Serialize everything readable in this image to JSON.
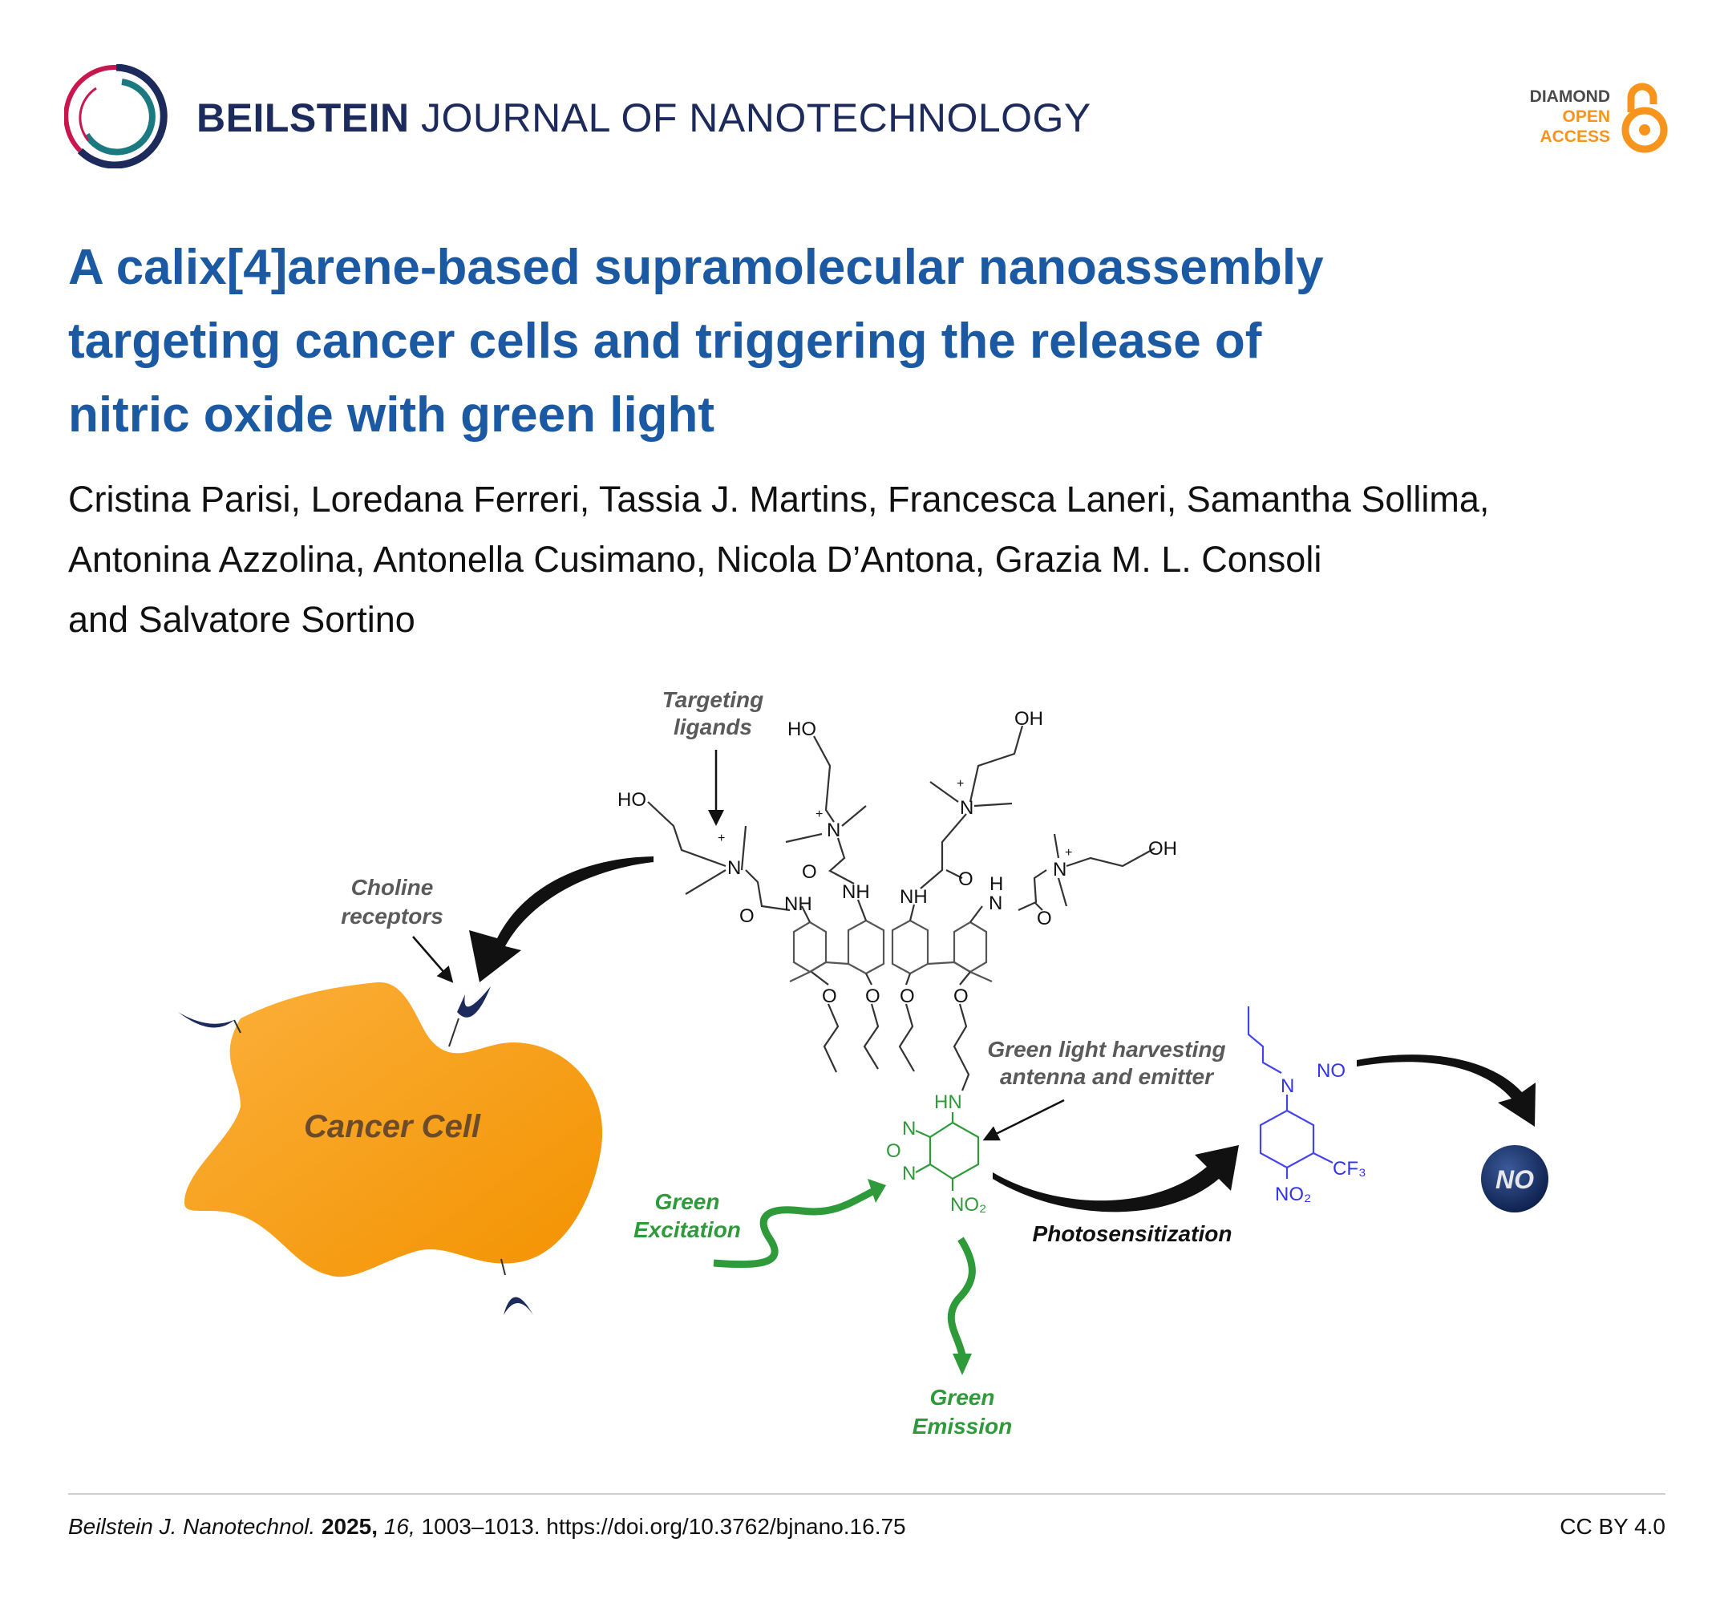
{
  "header": {
    "journal_bold": "BEILSTEIN",
    "journal_rest": " JOURNAL OF NANOTECHNOLOGY",
    "oa_line1": "DIAMOND",
    "oa_line2": "OPEN",
    "oa_line3": "ACCESS"
  },
  "article": {
    "title_lines": [
      "A calix[4]arene-based supramolecular nanoassembly",
      "targeting cancer cells and triggering the release of",
      "nitric oxide with green light"
    ],
    "author_lines": [
      "Cristina Parisi, Loredana Ferreri, Tassia J. Martins, Francesca Laneri, Samantha Sollima,",
      "Antonina Azzolina, Antonella Cusimano, Nicola D’Antona, Grazia M. L. Consoli",
      "and Salvatore Sortino"
    ]
  },
  "figure": {
    "cancer_cell": "Cancer Cell",
    "choline_1": "Choline",
    "choline_2": "receptors",
    "targeting_1": "Targeting",
    "targeting_2": "ligands",
    "antenna_1": "Green light harvesting",
    "antenna_2": "antenna and emitter",
    "excitation_1": "Green",
    "excitation_2": "Excitation",
    "emission_1": "Green",
    "emission_2": "Emission",
    "photosensitization": "Photosensitization",
    "no_ball": "NO",
    "chem": {
      "ho": "HO",
      "oh": "OH",
      "n": "N",
      "plus": "+",
      "nh": "NH",
      "h": "H",
      "o": "O",
      "hn": "HN",
      "no2": "NO₂",
      "no": "NO",
      "cf3": "CF₃"
    }
  },
  "footer": {
    "journal_abbrev": "Beilstein J. Nanotechnol.",
    "year": "2025,",
    "volume": "16,",
    "pages_doi": "1003–1013. https://doi.org/10.3762/bjnano.16.75",
    "license": "CC BY 4.0"
  },
  "colors": {
    "title": "#1b5aa3",
    "navy": "#1d2a5c",
    "crimson": "#c8174f",
    "teal": "#1a7a80",
    "orange": "#f7941d",
    "green": "#2e9a3a",
    "blue": "#3333ee"
  }
}
